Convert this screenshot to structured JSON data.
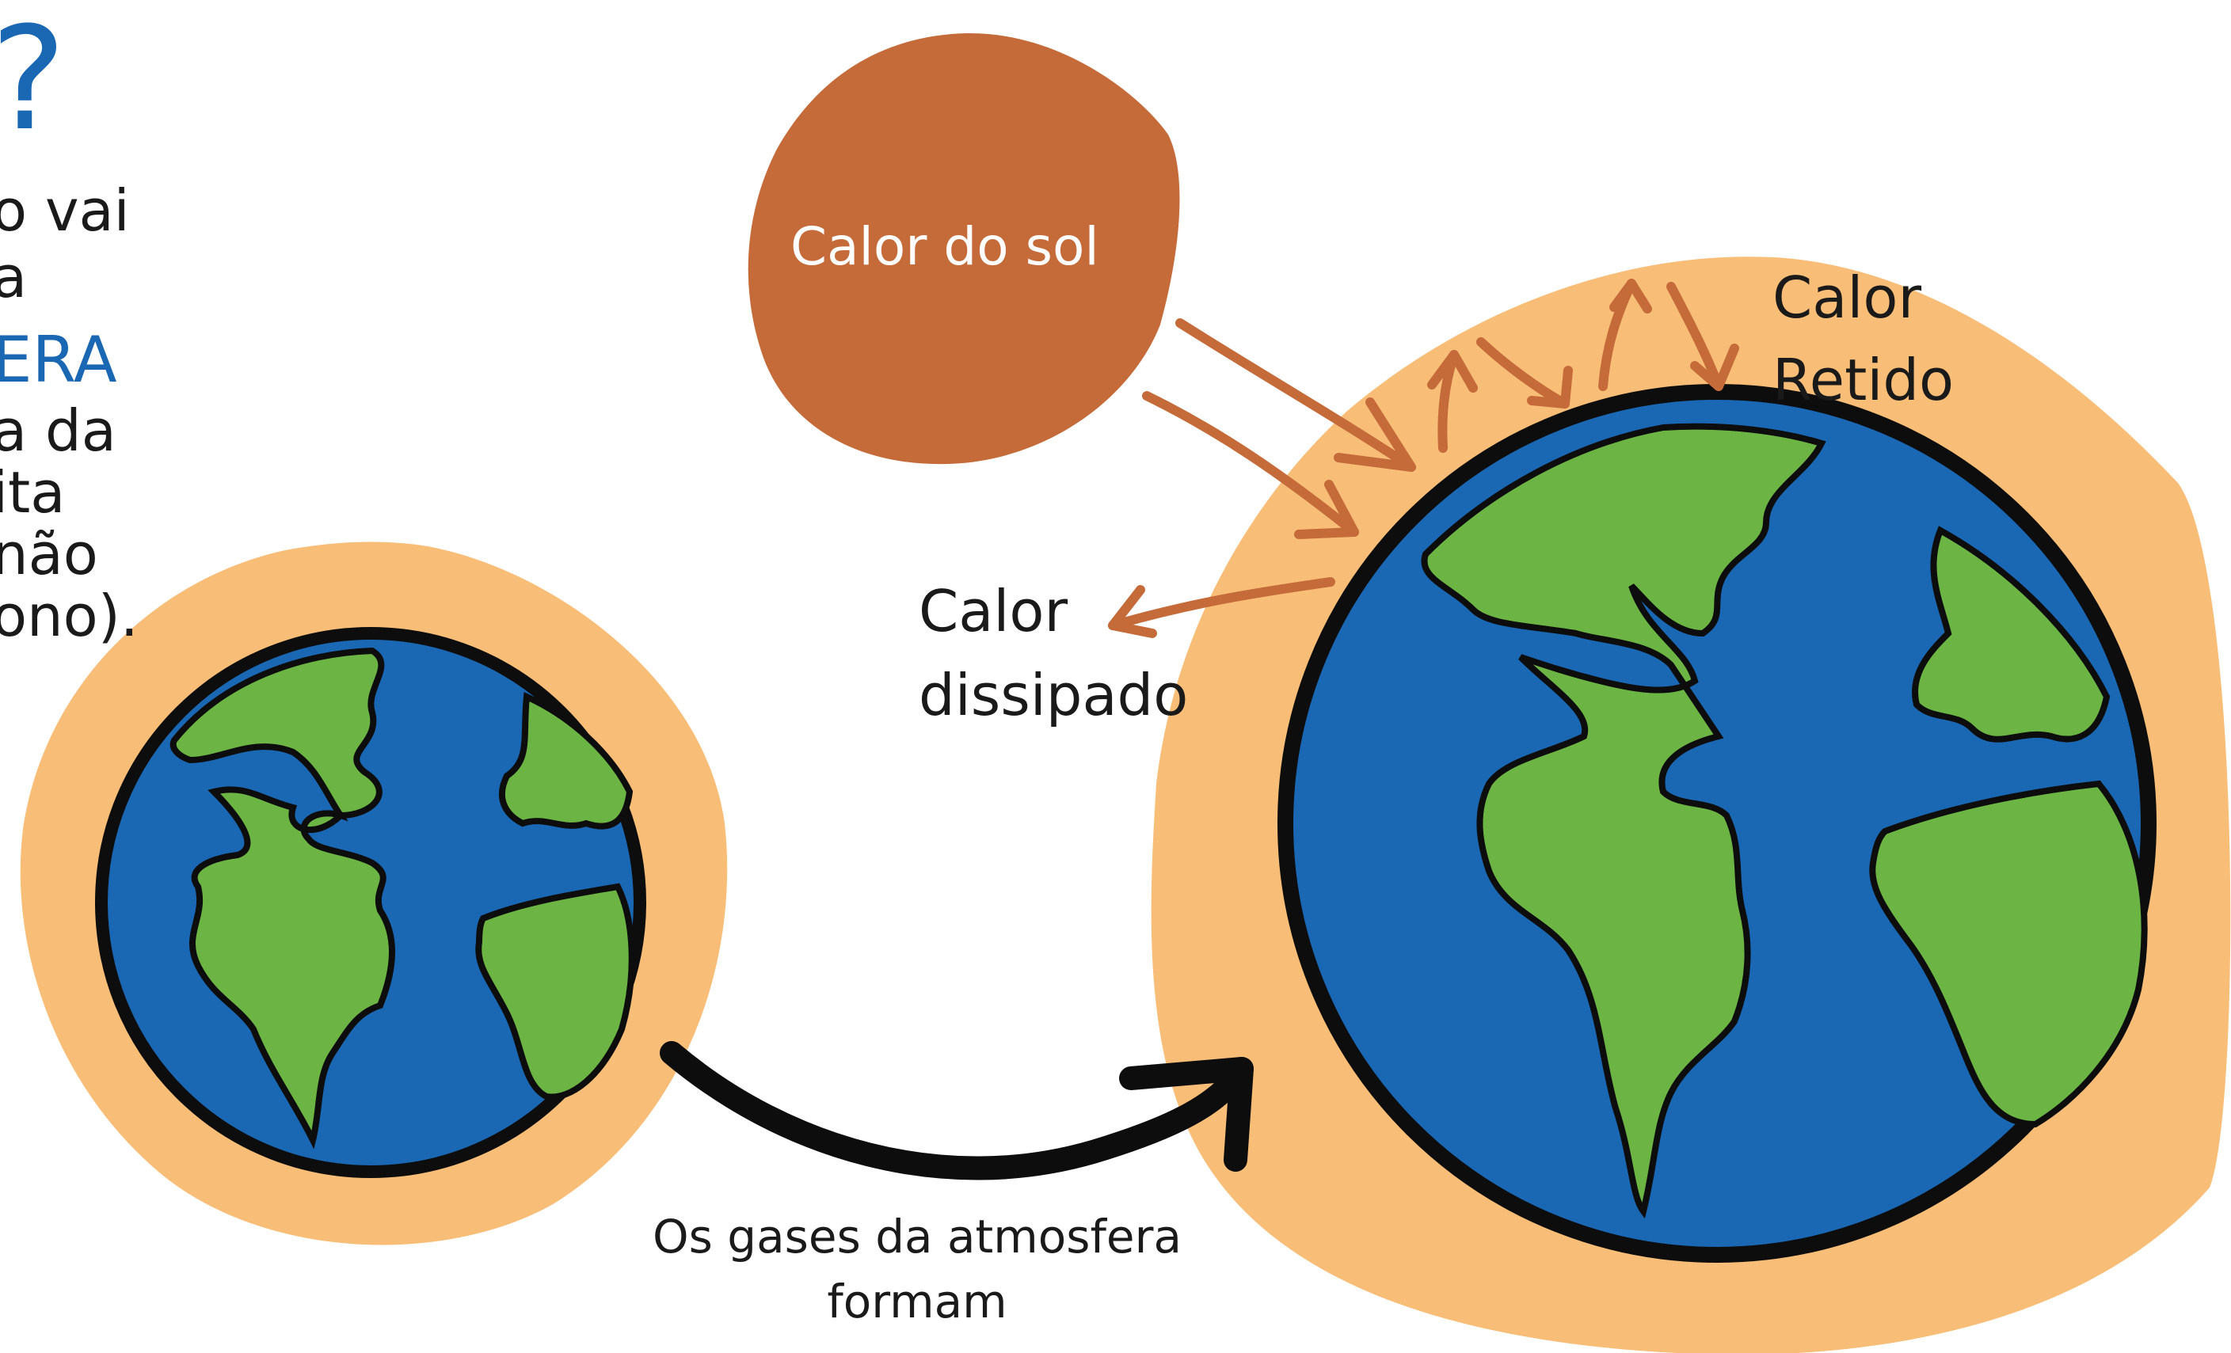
{
  "colors": {
    "ocean": "#1a67b3",
    "land": "#6cb544",
    "outline": "#0d0d0d",
    "atmosphere": "#f8bd77",
    "sun": "#c56b39",
    "heat_arrow": "#c56b39",
    "accent_blue": "#1a67b3",
    "text": "#1a1a1a",
    "sun_text": "#ffffff"
  },
  "left_text": {
    "question_mark": "?",
    "lines": [
      "o vai",
      "a"
    ],
    "highlight": "ERA",
    "lines2": [
      "a da",
      "ita",
      " não",
      "ono)."
    ]
  },
  "sun": {
    "label": "Calor do sol"
  },
  "labels": {
    "retained": [
      "Calor",
      "Retido"
    ],
    "dissipated": [
      "Calor",
      "dissipado"
    ]
  },
  "caption": {
    "lines": [
      "Os gases da atmosfera",
      "formam"
    ]
  },
  "icons": [
    "earth-small-icon",
    "earth-large-icon",
    "sun-icon",
    "heat-arrow-icon",
    "transition-arrow-icon"
  ]
}
